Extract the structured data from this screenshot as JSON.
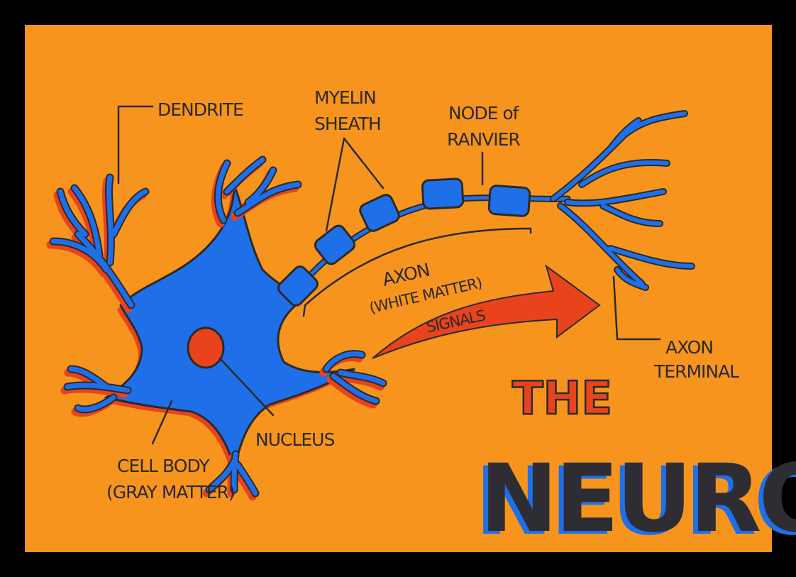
{
  "title": {
    "line1": "THE",
    "line2": "NEURON."
  },
  "labels": {
    "dendrite": "DENDRITE",
    "myelin_1": "MYELIN",
    "myelin_2": "SHEATH",
    "node_1": "NODE of",
    "node_2": "RANVIER",
    "axon_1": "AXON",
    "axon_2": "(WHITE MATTER)",
    "signals": "SIGNALS",
    "terminal_1": "AXON",
    "terminal_2": "TERMINAL",
    "cellbody_1": "CELL BODY",
    "cellbody_2": "(GRAY MATTER)",
    "nucleus": "NUCLEUS"
  },
  "colors": {
    "background": "#f7941d",
    "frame": "#000000",
    "neuron_blue": "#1f6fe8",
    "accent_red": "#e8431d",
    "ink": "#2a2a2a"
  }
}
